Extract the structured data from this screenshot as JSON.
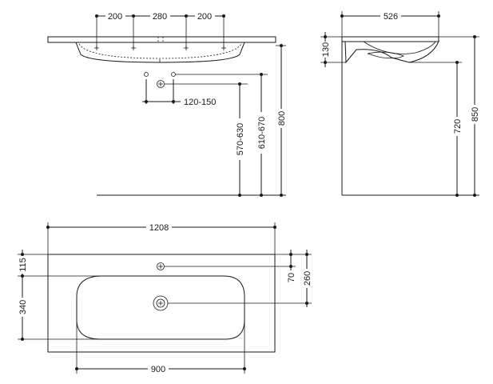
{
  "dimensions": {
    "front_left_tap": "200",
    "front_mid": "280",
    "front_right_tap": "200",
    "waste_range": "120-150",
    "height_570_630": "570-630",
    "height_610_670": "610-670",
    "height_800": "800",
    "side_depth": "526",
    "side_thickness": "130",
    "side_height_720": "720",
    "side_height_850": "850",
    "plan_width": "1208",
    "plan_top_offset": "115",
    "plan_bowl_depth": "340",
    "plan_tap_offset": "70",
    "plan_drain_offset": "260",
    "plan_bowl_width": "900"
  },
  "colors": {
    "line": "#1a1a1a",
    "background": "#ffffff"
  }
}
